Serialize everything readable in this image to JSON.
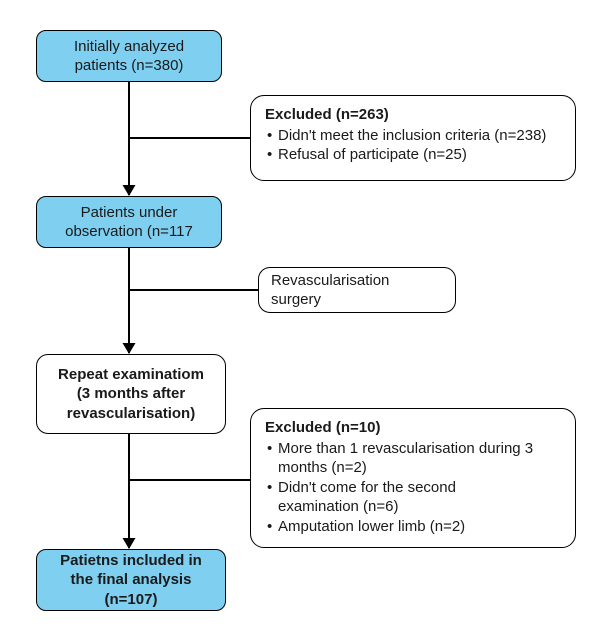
{
  "page": {
    "background": "#ffffff",
    "accent_blue": "#7ecff0",
    "line_color": "#000000"
  },
  "flowchart": {
    "boxes": {
      "initial": {
        "label": "Initially analyzed patients (n=380)"
      },
      "excluded1": {
        "title": "Excluded (n=263)",
        "items": [
          "Didn't meet the inclusion criteria (n=238)",
          "Refusal of participate (n=25)"
        ]
      },
      "observation": {
        "label": "Patients under observation (n=117"
      },
      "revascularisation": {
        "label": "Revascularisation surgery"
      },
      "repeat": {
        "label": "Repeat examinatiom (3 months after revascularisation)"
      },
      "excluded2": {
        "title": "Excluded (n=10)",
        "items": [
          "More than 1 revascularisation during 3 months (n=2)",
          "Didn't come for the second examination (n=6)",
          "Amputation lower limb (n=2)"
        ]
      },
      "final": {
        "label": "Patietns included in the final analysis (n=107)"
      }
    }
  }
}
